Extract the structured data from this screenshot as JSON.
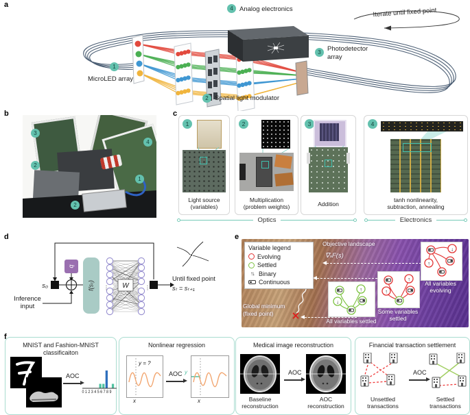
{
  "panel_letters": {
    "a": "a",
    "b": "b",
    "c": "c",
    "d": "d",
    "e": "e",
    "f": "f"
  },
  "colors": {
    "accent_teal": "#63c1ae",
    "beam_red": "#e2493d",
    "beam_green": "#4aaf52",
    "beam_blue": "#3e96d2",
    "beam_yellow": "#f0b43c",
    "evolving_red": "#e23333",
    "settled_green": "#7dc242",
    "bar_blue": "#2e6fbd",
    "bar_green": "#4fc3a1",
    "curve_orange": "#f2a56e",
    "purple_q": "#9a6fb0",
    "teal_fs": "#a9cbc5"
  },
  "panel_a": {
    "badges": {
      "one": "1",
      "two": "2",
      "three": "3",
      "four": "4"
    },
    "microled": "MicroLED array",
    "slm": "Spatial light modulator",
    "photodetector1": "Photodetector",
    "photodetector2": "array",
    "analog": "Analog electronics",
    "iterate": "Iterate until fixed point"
  },
  "panel_b": {
    "badges": [
      "3",
      "2",
      "2",
      "4",
      "1"
    ]
  },
  "panel_c": {
    "items": [
      {
        "num": "1",
        "cap1": "Light source",
        "cap2": "(variables)"
      },
      {
        "num": "2",
        "cap1": "Multiplication",
        "cap2": "(problem weights)"
      },
      {
        "num": "3",
        "cap1": "Addition",
        "cap2": ""
      },
      {
        "num": "4",
        "cap1": "tanh nonlinearity,",
        "cap2": "subtraction, annealing"
      }
    ],
    "axis_optics": "Optics",
    "axis_electronics": "Electronics"
  },
  "panel_d": {
    "s0": "s₀",
    "q": "q",
    "fs": "f(sₜ)",
    "w": "W",
    "dots": "⋮",
    "inference1": "Inference",
    "inference2": "input",
    "until": "Until fixed point",
    "eq": "sₜ = sₜ₊₁"
  },
  "panel_e": {
    "legend_title": "Variable legend",
    "legend_evolving": "Evolving",
    "legend_settled": "Settled",
    "legend_binary": "Binary",
    "legend_continuous": "Continuous",
    "objective": "Objective landscape",
    "gradient": "∇ₛF(s)",
    "global1": "Global minimum",
    "global2": "(fixed point)",
    "all_settled": "All variables settled",
    "some1": "Some variables",
    "some2": "settled",
    "evolving1": "All variables",
    "evolving2": "evolving"
  },
  "panel_f": {
    "boxes": [
      {
        "title1": "MNIST and Fashion-MNIST",
        "title2": "classificaiton",
        "aoc": "AOC",
        "xaxis": "0 1 2 3 4 5 6 7 8 9"
      },
      {
        "title1": "Nonlinear regression",
        "aoc": "AOC",
        "yq": "y = ?",
        "x1": "x",
        "y": "y",
        "x2": "x"
      },
      {
        "title1": "Medical image reconstruction",
        "aoc": "AOC",
        "cap_left1": "Baseline",
        "cap_left2": "reconstruction",
        "cap_right1": "AOC",
        "cap_right2": "reconstruction"
      },
      {
        "title1": "Financial transaction settlement",
        "aoc": "AOC",
        "cap_left1": "Unsettled",
        "cap_left2": "transactions",
        "cap_right1": "Settled",
        "cap_right2": "transactions"
      }
    ],
    "mnist_chart": {
      "type": "bar",
      "categories": [
        "0",
        "1",
        "2",
        "3",
        "4",
        "5",
        "6",
        "7",
        "8",
        "9"
      ],
      "values": [
        0,
        0,
        0,
        0,
        0,
        1,
        1,
        4,
        0,
        1
      ],
      "highlight": "7",
      "title": "MNIST and Fashion-MNIST classificaiton output scores"
    }
  }
}
